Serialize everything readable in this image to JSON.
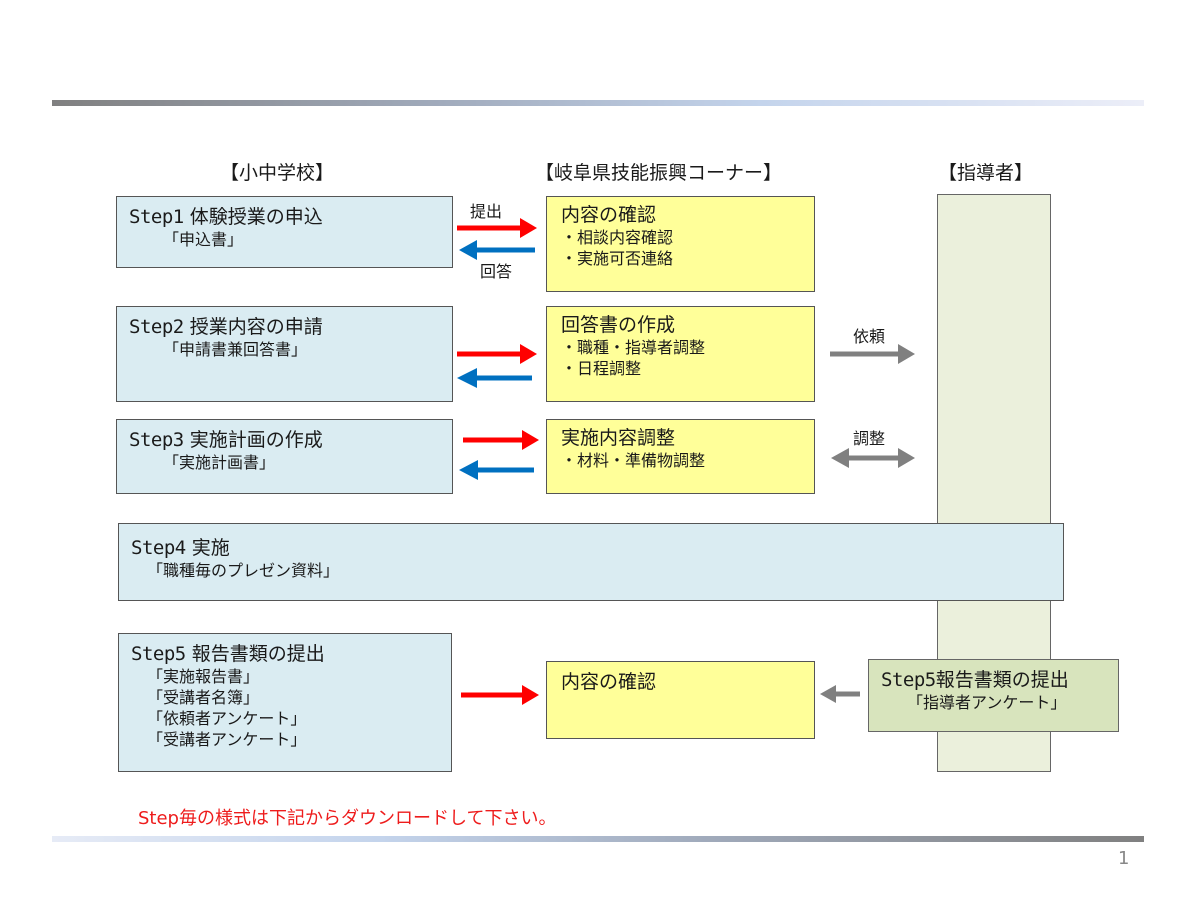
{
  "columns": {
    "school": "【小中学校】",
    "corner": "【岐阜県技能振興コーナー】",
    "instructor": "【指導者】"
  },
  "steps": [
    {
      "title": "Step1 体験授業の申込",
      "docs": [
        "「申込書」"
      ]
    },
    {
      "title": "Step2 授業内容の申請",
      "docs": [
        "「申請書兼回答書」"
      ]
    },
    {
      "title": "Step3 実施計画の作成",
      "docs": [
        "「実施計画書」"
      ]
    },
    {
      "title": "Step4 実施",
      "docs": [
        "「職種毎のプレゼン資料」"
      ]
    },
    {
      "title": "Step5 報告書類の提出",
      "docs": [
        "「実施報告書」",
        "「受講者名簿」",
        "「依頼者アンケート」",
        "「受講者アンケート」"
      ]
    }
  ],
  "corner_boxes": [
    {
      "title": "内容の確認",
      "items": [
        "・相談内容確認",
        "・実施可否連絡"
      ]
    },
    {
      "title": "回答書の作成",
      "items": [
        "・職種・指導者調整",
        "・日程調整"
      ]
    },
    {
      "title": "実施内容調整",
      "items": [
        "・材料・準備物調整"
      ]
    },
    {
      "title": "内容の確認",
      "items": []
    }
  ],
  "instructor_box": {
    "title": "Step5報告書類の提出",
    "doc": "「指導者アンケート」"
  },
  "arrow_labels": {
    "submit": "提出",
    "reply": "回答",
    "request": "依頼",
    "adjust": "調整"
  },
  "colors": {
    "submit_arrow": "#ff0000",
    "reply_arrow": "#0070c0",
    "instructor_arrow": "#808080",
    "note": "#ee1c1c"
  },
  "footer": {
    "note": "Step毎の様式は下記からダウンロードして下さい。",
    "page_number": "1"
  }
}
